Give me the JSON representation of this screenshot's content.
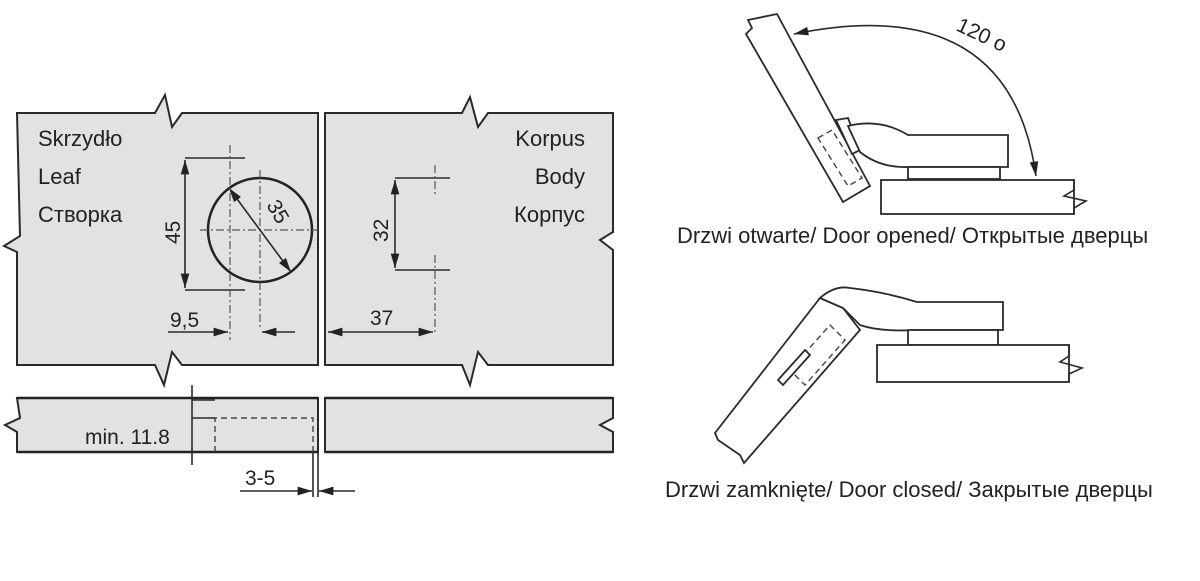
{
  "leaf_labels": [
    "Skrzydło",
    "Leaf",
    "Створка"
  ],
  "body_labels": [
    "Korpus",
    "Body",
    "Корпус"
  ],
  "dimensions": {
    "cup_spacing": "45",
    "cup_diameter": "35",
    "plate_spacing": "32",
    "cup_edge_offset": "9,5",
    "plate_edge_offset": "37",
    "min_thickness": "min. 11.8",
    "gap": "3-5",
    "opening_angle": "120 o"
  },
  "captions": {
    "door_opened": "Drzwi otwarte/ Door opened/ Открытые дверцы",
    "door_closed": "Drzwi zamknięte/ Door closed/ Закрытые  дверцы"
  }
}
